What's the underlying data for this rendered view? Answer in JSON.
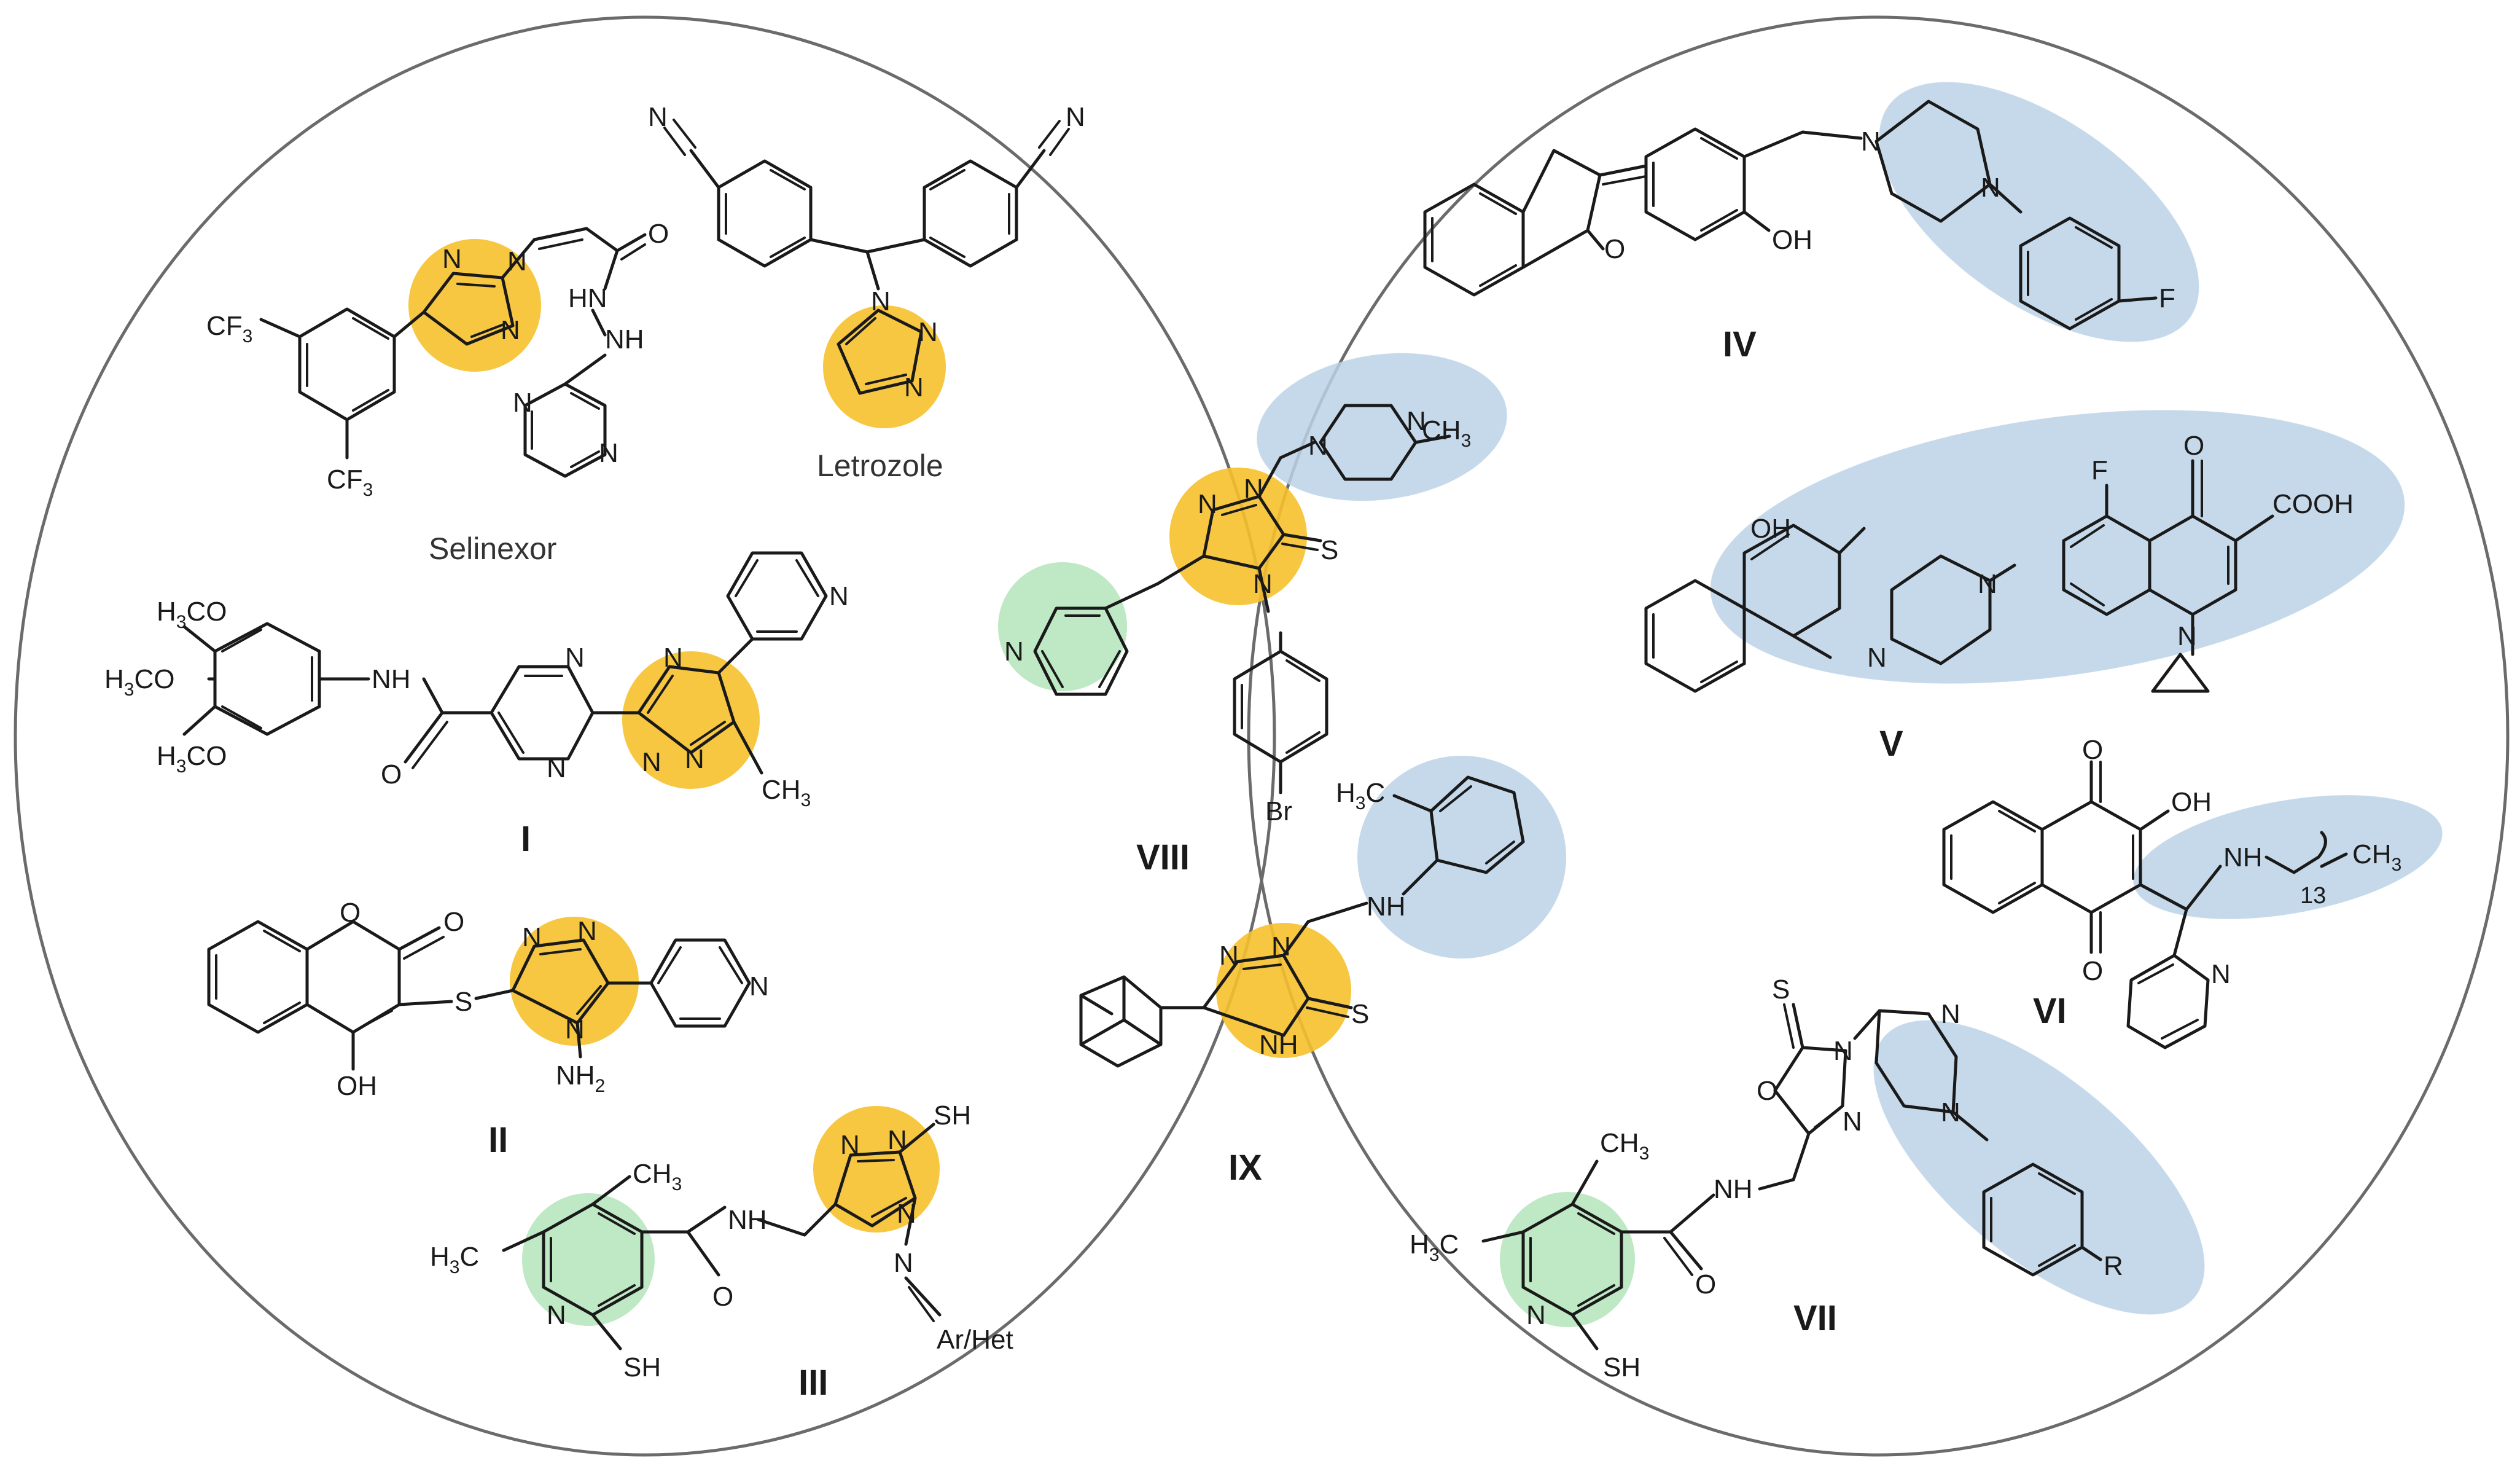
{
  "colors": {
    "triazole_highlight": "#F6C12E",
    "piperazine_highlight": "#BCD3E7",
    "pyridine_highlight": "#B8E6BE",
    "circle_outline": "#6b6b6b"
  },
  "compounds": {
    "selinexor": {
      "label": "Selinexor"
    },
    "letrozole": {
      "label": "Letrozole"
    },
    "c1": {
      "label": "I"
    },
    "c2": {
      "label": "II"
    },
    "c3": {
      "label": "III"
    },
    "c4": {
      "label": "IV"
    },
    "c5": {
      "label": "V"
    },
    "c6": {
      "label": "VI"
    },
    "c7": {
      "label": "VII"
    },
    "c8": {
      "label": "VIII"
    },
    "c9": {
      "label": "IX"
    }
  },
  "atoms": {
    "N": "N",
    "NH": "NH",
    "HN": "HN",
    "O": "O",
    "OH": "OH",
    "S": "S",
    "SH": "SH",
    "F": "F",
    "Br": "Br",
    "R": "R",
    "CF3": "CF",
    "CH3": "CH",
    "H3C": "H",
    "H3CO": "H",
    "NH2": "NH",
    "COOH": "COOH",
    "ArHet": "Ar/Het",
    "sub3": "3",
    "sub2": "2",
    "n13": "13",
    "CO_suffix": "CO",
    "C_suffix": "C"
  }
}
